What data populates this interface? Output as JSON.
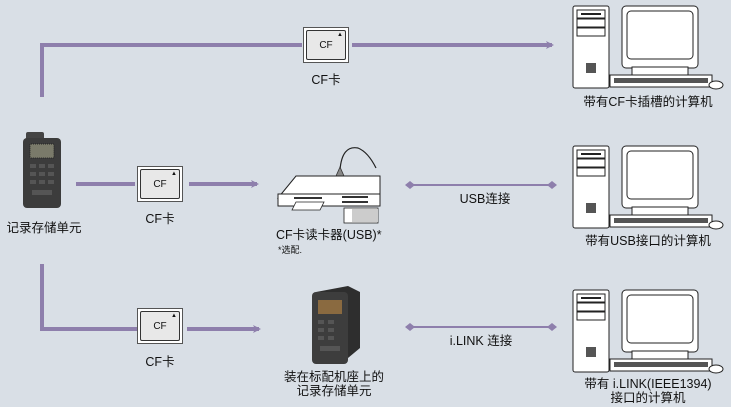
{
  "colors": {
    "background": "#d9dfe6",
    "connector": "#8e7fac"
  },
  "source": {
    "device_label": "记录存储单元",
    "device_icon": "recording-unit-icon"
  },
  "paths": [
    {
      "card_text": "CF",
      "card_label": "CF卡",
      "target_label": "带有CF卡插槽的计算机"
    },
    {
      "card_text": "CF",
      "card_label": "CF卡",
      "reader_label": "CF卡读卡器(USB)*",
      "reader_note": "*选配.",
      "connection_label": "USB连接",
      "target_label": "带有USB接口的计算机"
    },
    {
      "card_text": "CF",
      "card_label": "CF卡",
      "dock_label_line1": "装在标配机座上的",
      "dock_label_line2": "记录存储单元",
      "connection_label": "i.LINK 连接",
      "target_label_line1": "带有 i.LINK(IEEE1394)",
      "target_label_line2": "接口的计算机"
    }
  ]
}
